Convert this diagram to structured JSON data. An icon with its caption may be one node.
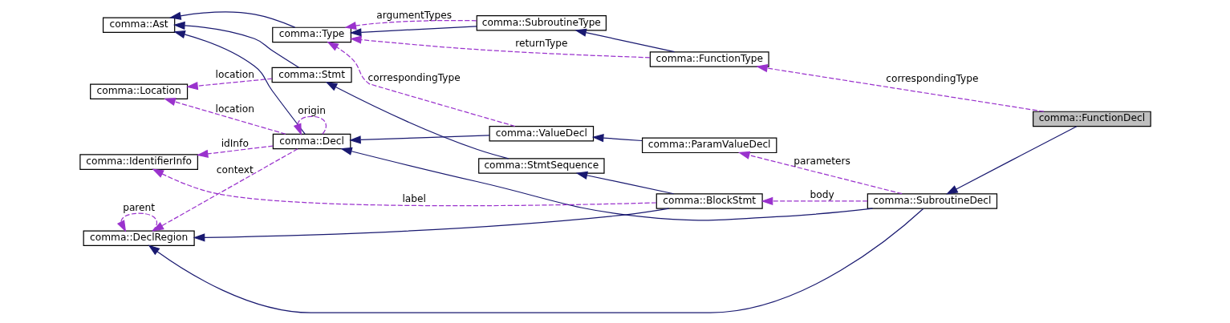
{
  "diagram": {
    "nodes": [
      {
        "text": [
          "comma::Ast"
        ]
      },
      {
        "text": [
          "comma::Type"
        ]
      },
      {
        "text": [
          "comma::SubroutineType"
        ]
      },
      {
        "text": [
          "comma::Location"
        ]
      },
      {
        "text": [
          "comma::Stmt"
        ]
      },
      {
        "text": [
          "comma::FunctionType"
        ]
      },
      {
        "text": [
          "comma::ValueDecl"
        ]
      },
      {
        "text": [
          "comma::ParamValueDecl"
        ]
      },
      {
        "text": [
          "comma::FunctionDecl"
        ]
      },
      {
        "text": [
          "comma::Decl"
        ]
      },
      {
        "text": [
          "comma::SubroutineDecl"
        ]
      },
      {
        "text": [
          "comma::DeclRegion"
        ]
      },
      {
        "text": [
          "comma::StmtSequence"
        ]
      },
      {
        "text": [
          "comma::BlockStmt"
        ]
      },
      {
        "text": [
          "comma::IdentifierInfo"
        ]
      }
    ],
    "edges": [
      {
        "from": 1,
        "to": 0,
        "arrow": "to"
      },
      {
        "from": 4,
        "to": 0,
        "arrow": "to"
      },
      {
        "from": 9,
        "to": 0,
        "arrow": "to"
      },
      {
        "from": 2,
        "to": 1,
        "arrow": "to"
      },
      {
        "from": 2,
        "to": 1,
        "arrow": "to",
        "label": "argumentTypes",
        "style": "dashed",
        "color": "#9a32cd"
      },
      {
        "from": 5,
        "to": 2,
        "arrow": "to"
      },
      {
        "from": 5,
        "to": 1,
        "arrow": "to",
        "label": "returnType",
        "style": "dashed",
        "color": "#9a32cd"
      },
      {
        "from": 4,
        "to": 3,
        "arrow": "to",
        "label": "location",
        "style": "dashed",
        "color": "#9a32cd"
      },
      {
        "from": 8,
        "to": 5,
        "arrow": "to",
        "label": "correspondingType",
        "style": "dashed",
        "color": "#9a32cd"
      },
      {
        "from": 6,
        "to": 1,
        "arrow": "to",
        "label": "correspondingType",
        "style": "dashed",
        "color": "#9a32cd"
      },
      {
        "from": 7,
        "to": 6,
        "arrow": "to"
      },
      {
        "from": 8,
        "to": 10,
        "arrow": "to"
      },
      {
        "from": 9,
        "to": 3,
        "arrow": "to",
        "label": "location",
        "style": "dashed",
        "color": "#9a32cd"
      },
      {
        "from": 9,
        "to": 9,
        "arrow": "to",
        "label": "origin",
        "style": "dashed",
        "color": "#9a32cd"
      },
      {
        "from": 6,
        "to": 9,
        "arrow": "to"
      },
      {
        "from": 10,
        "to": 7,
        "arrow": "to",
        "label": "parameters",
        "style": "dashed",
        "color": "#9a32cd"
      },
      {
        "from": 10,
        "to": 9,
        "arrow": "to"
      },
      {
        "from": 9,
        "to": 11,
        "arrow": "to",
        "label": "context",
        "style": "dashed",
        "color": "#9a32cd"
      },
      {
        "from": 11,
        "to": 11,
        "arrow": "to",
        "label": "parent",
        "style": "dashed",
        "color": "#9a32cd"
      },
      {
        "from": 10,
        "to": 11,
        "arrow": "to"
      },
      {
        "from": 9,
        "to": 14,
        "arrow": "to",
        "label": "idInfo",
        "style": "dashed",
        "color": "#9a32cd"
      },
      {
        "from": 12,
        "to": 4,
        "arrow": "to"
      },
      {
        "from": 13,
        "to": 12,
        "arrow": "to"
      },
      {
        "from": 10,
        "to": 13,
        "arrow": "to",
        "label": "body",
        "style": "dashed",
        "color": "#9a32cd"
      },
      {
        "from": 13,
        "to": 11,
        "arrow": "to"
      },
      {
        "from": 13,
        "to": 14,
        "arrow": "to",
        "label": "label",
        "style": "dashed",
        "color": "#9a32cd"
      }
    ]
  }
}
